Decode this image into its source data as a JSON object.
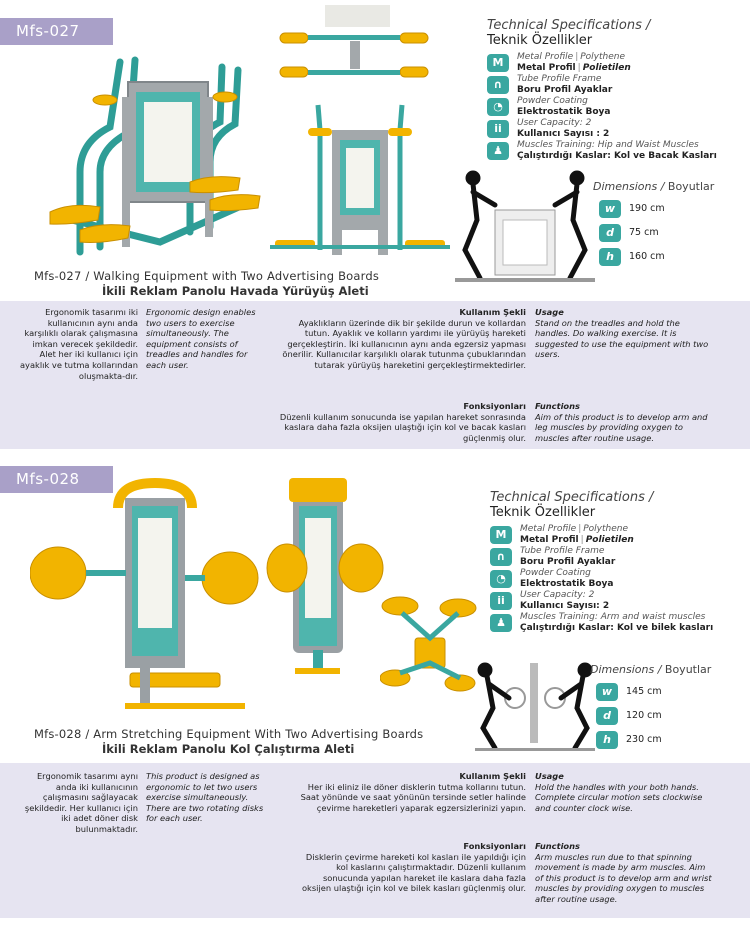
{
  "products": [
    {
      "code": "Mfs-027",
      "caption_en": "Mfs-027 / Walking Equipment with Two Advertising Boards",
      "caption_tr": "İkili Reklam Panolu Havada Yürüyüş Aleti",
      "specs": {
        "title": "Technical Specifications /",
        "subtitle": "Teknik Özellikler",
        "rows": [
          {
            "icon": "material-icon",
            "glyph": "M",
            "en_a": "Metal Profile",
            "en_b": "Polythene",
            "tr_a": "Metal Profil",
            "tr_b": "Polietilen"
          },
          {
            "icon": "tube-frame-icon",
            "glyph": "∩",
            "en": "Tube Profile Frame",
            "tr": "Boru Profil Ayaklar"
          },
          {
            "icon": "coating-icon",
            "glyph": "◔",
            "en": "Powder Coating",
            "tr": "Elektrostatik Boya"
          },
          {
            "icon": "users-icon",
            "glyph": "ii",
            "en": "User Capacity:  2",
            "tr": "Kullanıcı Sayısı : 2"
          },
          {
            "icon": "muscle-icon",
            "glyph": "♟",
            "en": "Muscles Training:  Hip and Waist Muscles",
            "tr": "Çalıştırdığı Kaslar: Kol ve Bacak Kasları"
          }
        ]
      },
      "dimensions": {
        "title_en": "Dimensions /",
        "title_tr": "Boyutlar",
        "rows": [
          {
            "glyph": "w",
            "value": "190 cm"
          },
          {
            "glyph": "d",
            "value": "75 cm"
          },
          {
            "glyph": "h",
            "value": "160 cm"
          }
        ]
      },
      "desc_tr": "Ergonomik tasarımı iki kullanıcının aynı anda karşılıklı olarak çalışmasına imkan verecek şekildedir. Alet her iki kullanıcı için ayaklık ve tutma kollarından oluşmakta-dır.",
      "desc_en": "Ergonomic design enables two users to exercise simultaneously. The equipment consists of treadles and handles for each user.",
      "usage_head_tr": "Kullanım Şekli",
      "usage_tr": "Ayaklıkların üzerinde dik bir şekilde durun ve kollardan tutun. Ayaklık ve kolların yardımı ile yürüyüş hareketi gerçekleştirin. İki kullanıcının aynı anda egzersiz yapması önerilir. Kullanıcılar karşılıklı olarak tutunma çubuklarından tutarak yürüyüş hareketini gerçekleştirmektedirler.",
      "usage_head_en": "Usage",
      "usage_en": "Stand on the treadles and hold the handles. Do walking exercise. It is suggested to use the equipment with two users.",
      "func_head_tr": "Fonksiyonları",
      "func_tr": "Düzenli kullanım sonucunda ise yapılan hareket sonrasında kaslara daha fazla oksijen ulaştığı için kol ve bacak kasları güçlenmiş olur.",
      "func_head_en": "Functions",
      "func_en": "Aim of this product is to develop arm and leg muscles by providing oxygen to muscles after routine usage."
    },
    {
      "code": "Mfs-028",
      "caption_en": "Mfs-028 / Arm Stretching Equipment With Two Advertising Boards",
      "caption_tr": "İkili Reklam Panolu Kol Çalıştırma Aleti",
      "specs": {
        "title": "Technical Specifications /",
        "subtitle": "Teknik Özellikler",
        "rows": [
          {
            "icon": "material-icon",
            "glyph": "M",
            "en_a": "Metal Profile",
            "en_b": "Polythene",
            "tr_a": "Metal Profil",
            "tr_b": "Polietilen"
          },
          {
            "icon": "tube-frame-icon",
            "glyph": "∩",
            "en": "Tube Profile Frame",
            "tr": "Boru Profil Ayaklar"
          },
          {
            "icon": "coating-icon",
            "glyph": "◔",
            "en": "Powder Coating",
            "tr": "Elektrostatik Boya"
          },
          {
            "icon": "users-icon",
            "glyph": "ii",
            "en": "User Capacity:  2",
            "tr": "Kullanıcı Sayısı: 2"
          },
          {
            "icon": "muscle-icon",
            "glyph": "♟",
            "en": "Muscles Training:  Arm and waist muscles",
            "tr": "Çalıştırdığı Kaslar: Kol ve bilek kasları"
          }
        ]
      },
      "dimensions": {
        "title_en": "Dimensions /",
        "title_tr": "Boyutlar",
        "rows": [
          {
            "glyph": "w",
            "value": "145 cm"
          },
          {
            "glyph": "d",
            "value": "120 cm"
          },
          {
            "glyph": "h",
            "value": "230 cm"
          }
        ]
      },
      "desc_tr": "Ergonomik tasarımı aynı anda iki kullanıcının çalışmasını sağlayacak şekildedir. Her kullanıcı için iki adet döner disk bulunmaktadır.",
      "desc_en": "This product is designed as ergonomic to let two users exercise simultaneously. There are two rotating disks for each user.",
      "usage_head_tr": "Kullanım Şekli",
      "usage_tr": "Her iki eliniz ile döner disklerin tutma kollarını tutun. Saat yönünde ve saat yönünün tersinde setler halinde çevirme hareketleri yaparak egzersizlerinizi yapın.",
      "usage_head_en": "Usage",
      "usage_en": "Hold the handles with your both hands. Complete circular motion sets clockwise and counter clock wise.",
      "func_head_tr": "Fonksiyonları",
      "func_tr": "Disklerin çevirme hareketi kol kasları ile yapıldığı için kol kaslarını çalıştırmaktadır. Düzenli kullanım sonucunda yapılan hareket ile kaslara daha fazla oksijen ulaştığı için kol ve bilek kasları güçlenmiş olur.",
      "func_head_en": "Functions",
      "func_en": "Arm muscles run  due to that spinning movement is made by arm muscles. Aim of this product is to develop arm and wrist muscles by providing oxygen to muscles after routine usage."
    }
  ],
  "colors": {
    "tab": "#a9a0c8",
    "band": "#e6e4f1",
    "teal": "#3aa7a0",
    "frame_grey": "#9aa0a4",
    "yellow": "#f2b400"
  }
}
